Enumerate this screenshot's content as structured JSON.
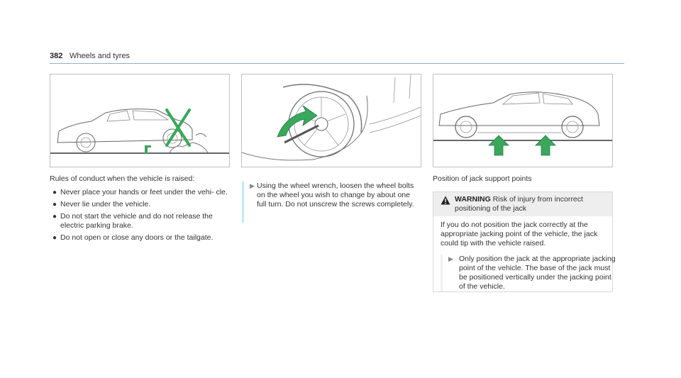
{
  "header": {
    "page_number": "382",
    "section": "Wheels and tyres"
  },
  "col1": {
    "intro": "Rules of conduct when the vehicle is raised:",
    "rules": [
      "Never place your hands or feet under the vehi- cle.",
      "Never lie under the vehicle.",
      "Do not start the vehicle and do not release the electric parking brake.",
      "Do not open or close any doors or the tailgate."
    ]
  },
  "col2": {
    "step": "Using the wheel wrench, loosen the wheel bolts on the wheel you wish to change by about one full turn. Do not unscrew the screws completely."
  },
  "col3": {
    "caption": "Position of jack support points",
    "warning": {
      "label": "WARNING",
      "title": "Risk of injury from incorrect positioning of the jack",
      "body": "If you do not position the jack correctly at the appropriate jacking point of the vehicle, the jack could tip with the vehicle raised.",
      "step": "Only position the jack at the appropriate jacking point of the vehicle. The base of the jack must be positioned vertically under the jacking point of the vehicle."
    }
  },
  "colors": {
    "accent_green": "#3aa85c",
    "accent_cyan": "#bfe9f5",
    "warning_bg": "#eeeeee"
  },
  "icons": {
    "step_arrow": "triangle-right-icon",
    "warning": "warning-triangle-icon"
  }
}
